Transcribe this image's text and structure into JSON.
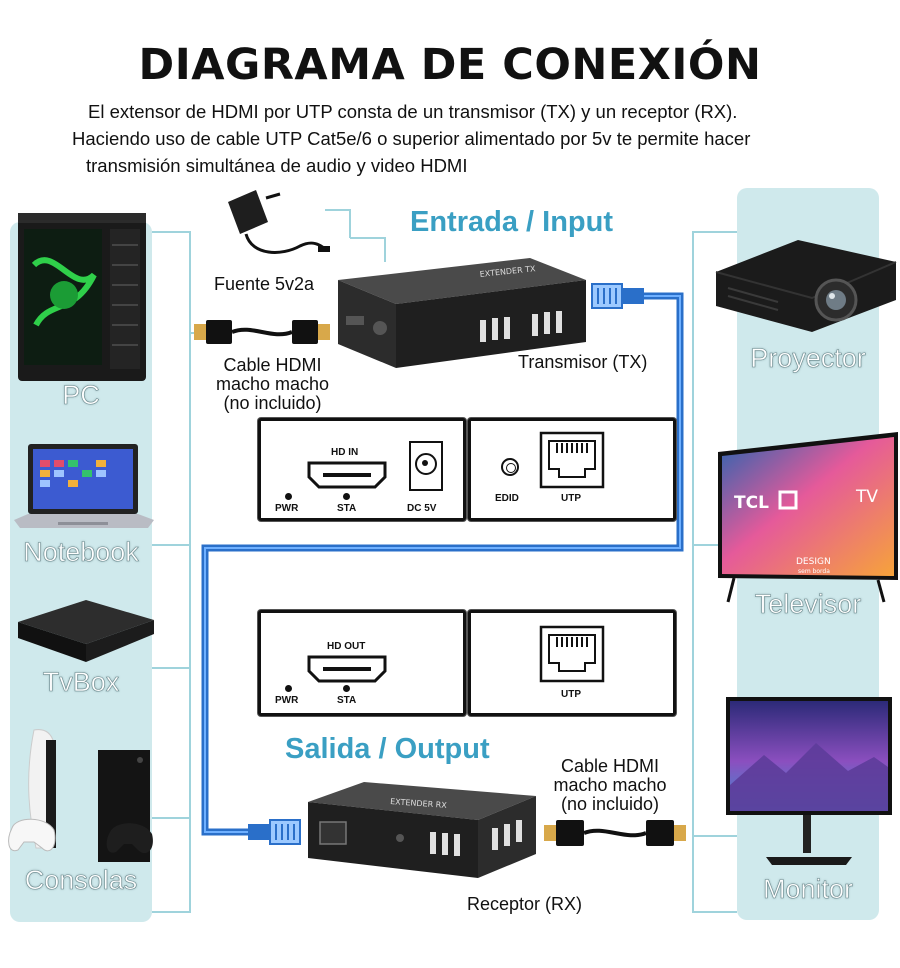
{
  "title": "DIAGRAMA DE CONEXIÓN",
  "intro": [
    "El extensor de HDMI por UTP consta de un transmisor (TX) y un receptor (RX).",
    "Haciendo uso de cable UTP Cat5e/6 o superior alimentado por 5v te permite hacer",
    "transmisión simultánea de audio y video HDMI"
  ],
  "sources": [
    {
      "label": "PC",
      "icon": "pc-tower-icon"
    },
    {
      "label": "Notebook",
      "icon": "laptop-icon"
    },
    {
      "label": "TvBox",
      "icon": "tv-box-icon"
    },
    {
      "label": "Consolas",
      "icon": "game-console-icon"
    }
  ],
  "displays": [
    {
      "label": "Proyector",
      "icon": "projector-icon"
    },
    {
      "label": "Televisor",
      "icon": "television-icon"
    },
    {
      "label": "Monitor",
      "icon": "monitor-icon"
    }
  ],
  "input_header": "Entrada / Input",
  "output_header": "Salida / Output",
  "power_label": "Fuente 5v2a",
  "cable_hdmi": [
    "Cable HDMI",
    "macho macho",
    "(no  incluido)"
  ],
  "tx_label": "Transmisor (TX)",
  "rx_label": "Receptor (RX)",
  "tx_device_text": "EXTENDER TX",
  "rx_device_text": "EXTENDER RX",
  "tx_panels": {
    "left": {
      "hdmi": "HD IN",
      "pwr": "PWR",
      "sta": "STA",
      "dc": "DC 5V"
    },
    "right": {
      "edid": "EDID",
      "utp": "UTP"
    }
  },
  "rx_panels": {
    "left": {
      "hdmi": "HD OUT",
      "pwr": "PWR",
      "sta": "STA"
    },
    "right": {
      "utp": "UTP"
    }
  },
  "tv_brand": "TCL",
  "tv_text": "TV",
  "tv_sub": "DESIGN",
  "tv_sub2": "sem borda",
  "colors": {
    "column": "#cfe9ec",
    "header": "#3a9fc3",
    "utp_cable": "#2a6fc9",
    "line": "#9fd3dc"
  }
}
